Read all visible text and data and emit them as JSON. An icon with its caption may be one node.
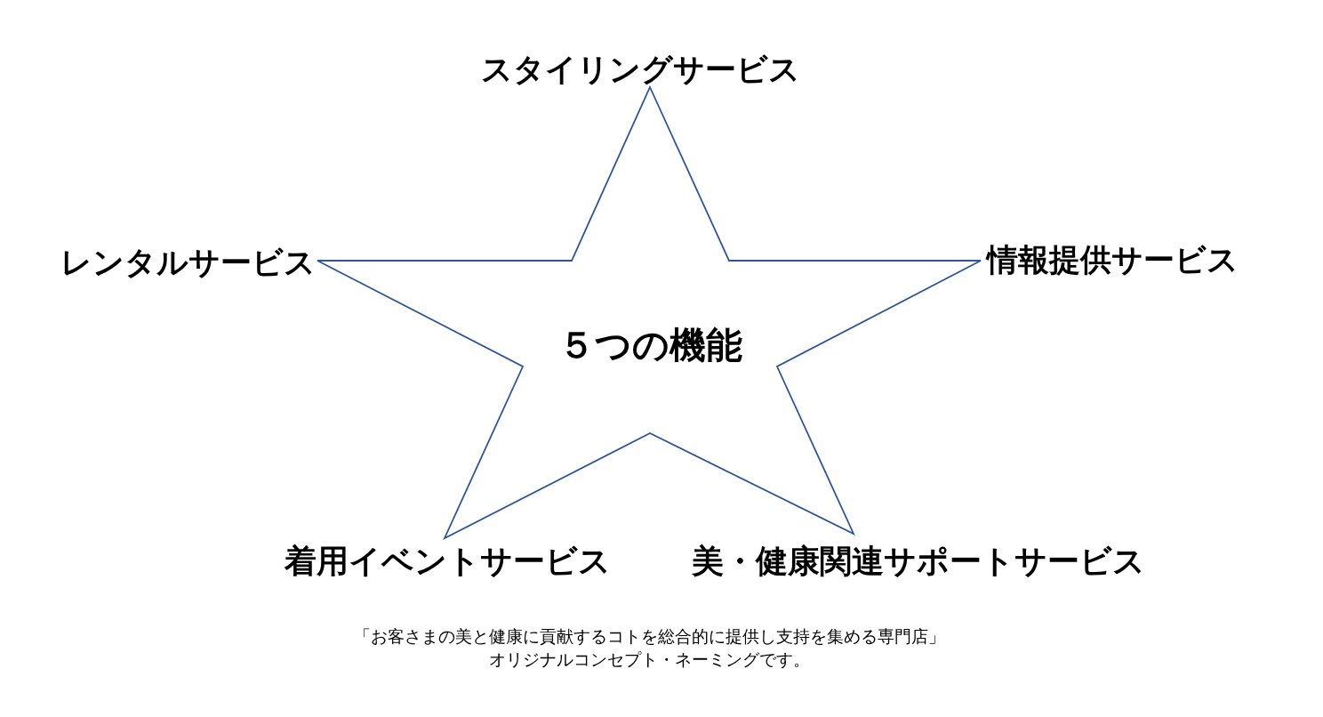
{
  "diagram": {
    "caption": "「お客さまの美と健康に貢献するコトを総合的に提供し支持を集める専門店」オリジナルコンセプト・ネーミングです。",
    "nodes": [
      {
        "text": [
          "５つの機能"
        ],
        "beside": [
          "スタイリングサービス",
          "レンタルサービス",
          "情報提供サービス",
          "着用イベントサービス",
          "美・健康関連サポートサービス"
        ]
      }
    ]
  }
}
